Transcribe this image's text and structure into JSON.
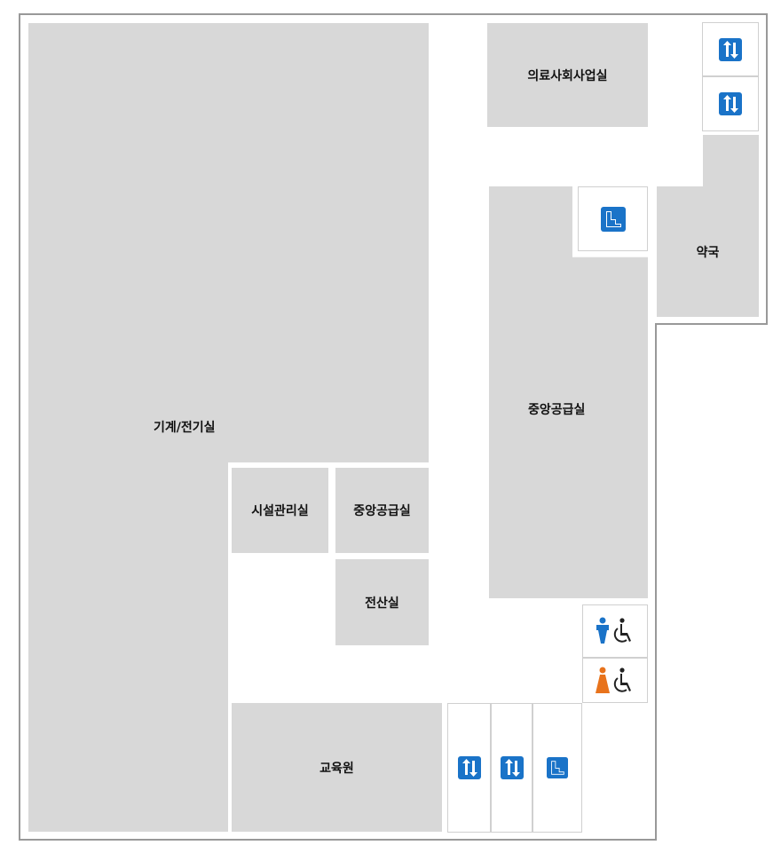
{
  "rooms": {
    "mechanical": "기계/전기실",
    "medical_social": "의료사회사업실",
    "pharmacy": "약국",
    "central_supply_right": "중앙공급실",
    "facility_mgmt": "시설관리실",
    "central_supply_small": "중앙공급실",
    "computer_room": "전산실",
    "education": "교육원"
  },
  "icons": {
    "elevator": "elevator-icon",
    "stairs": "stairs-icon",
    "restroom_male_accessible": "accessible-male-restroom-icon",
    "restroom_female_accessible": "accessible-female-restroom-icon"
  },
  "colors": {
    "room_fill": "#d8d8d8",
    "outline": "#999999",
    "icon_blue": "#1a73c8",
    "icon_orange": "#e8731c",
    "icon_dark": "#222222"
  }
}
